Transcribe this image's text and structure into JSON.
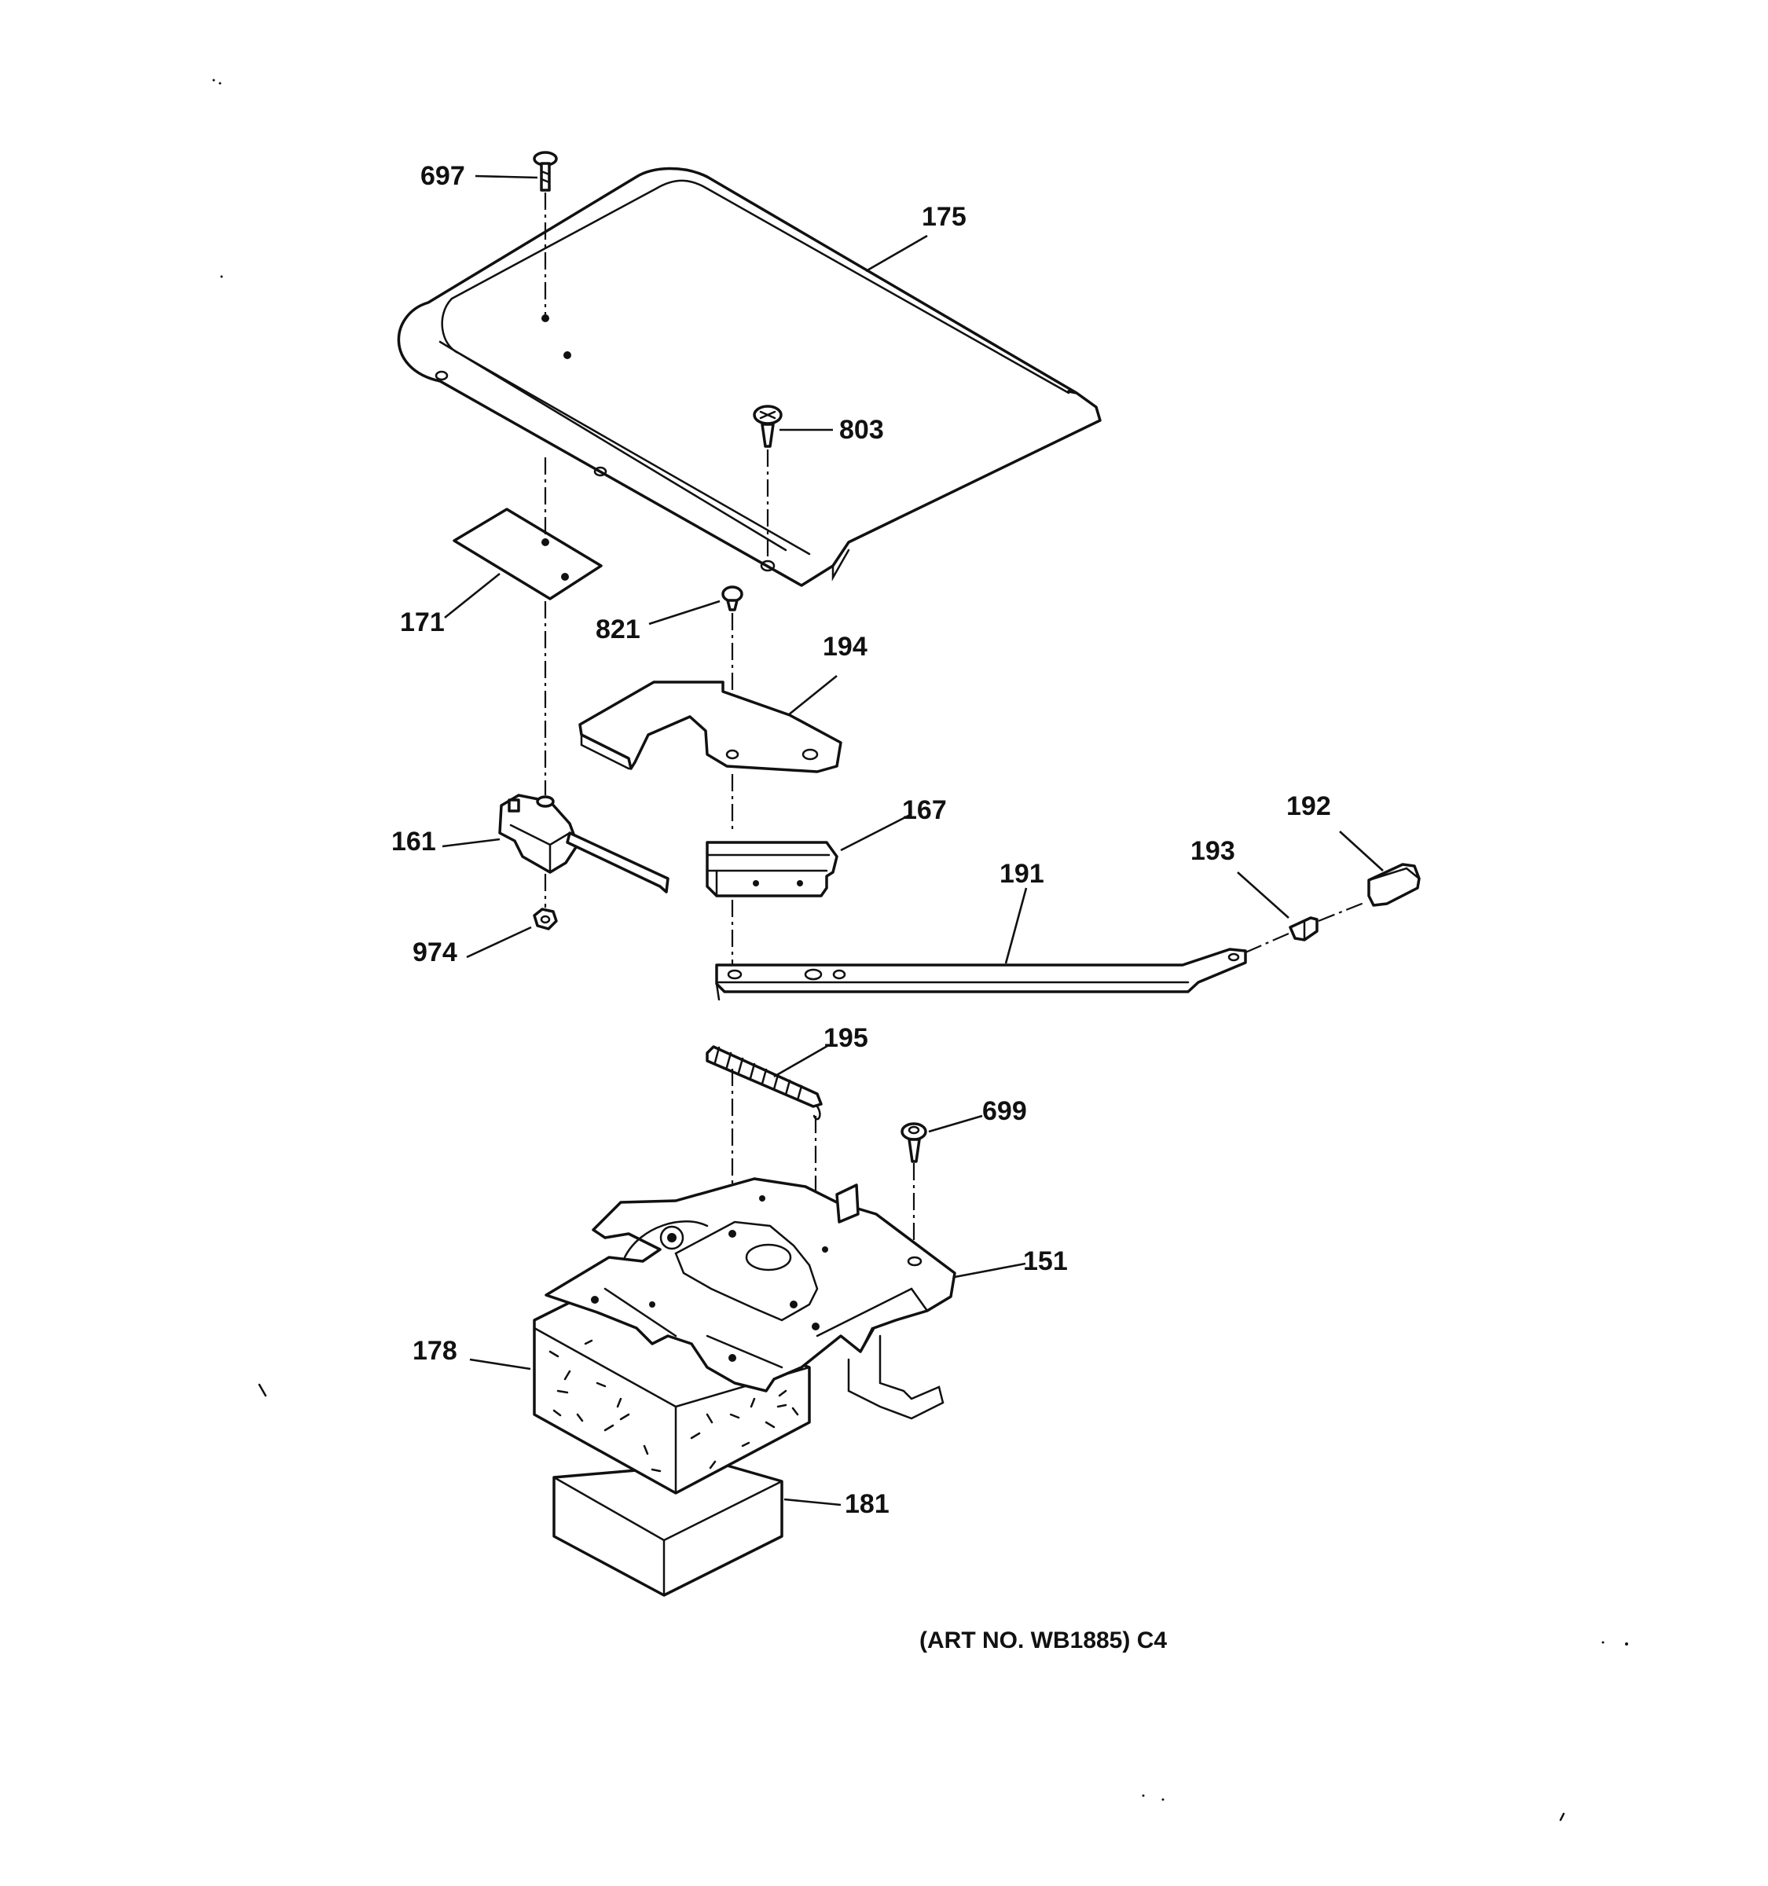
{
  "callouts": {
    "p697": "697",
    "p175": "175",
    "p803": "803",
    "p171": "171",
    "p821": "821",
    "p194": "194",
    "p161": "161",
    "p167": "167",
    "p192": "192",
    "p193": "193",
    "p191": "191",
    "p974": "974",
    "p195": "195",
    "p699": "699",
    "p151": "151",
    "p178": "178",
    "p181": "181"
  },
  "footer": {
    "art_no": "(ART NO. WB1885) C4"
  }
}
